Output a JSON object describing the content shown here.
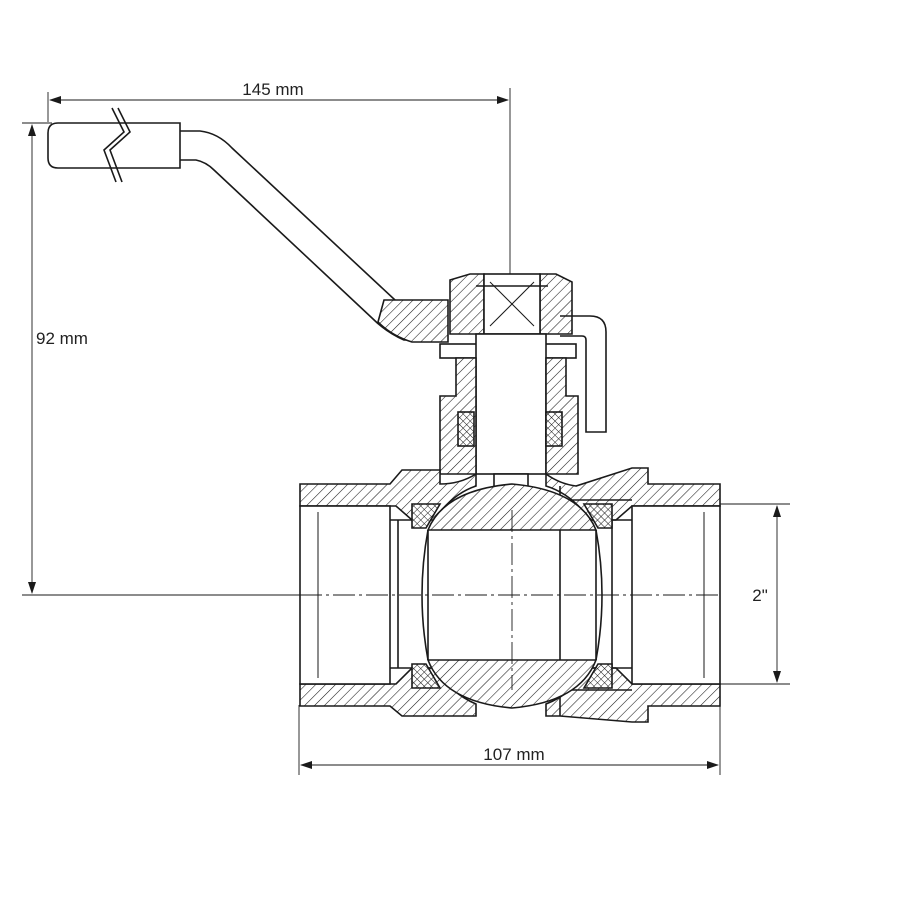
{
  "dimensions": {
    "handle_length": "145 mm",
    "height": "92 mm",
    "thread_size": "2\"",
    "body_length": "107 mm"
  },
  "colors": {
    "line": "#1a1a1a",
    "background": "#ffffff"
  }
}
